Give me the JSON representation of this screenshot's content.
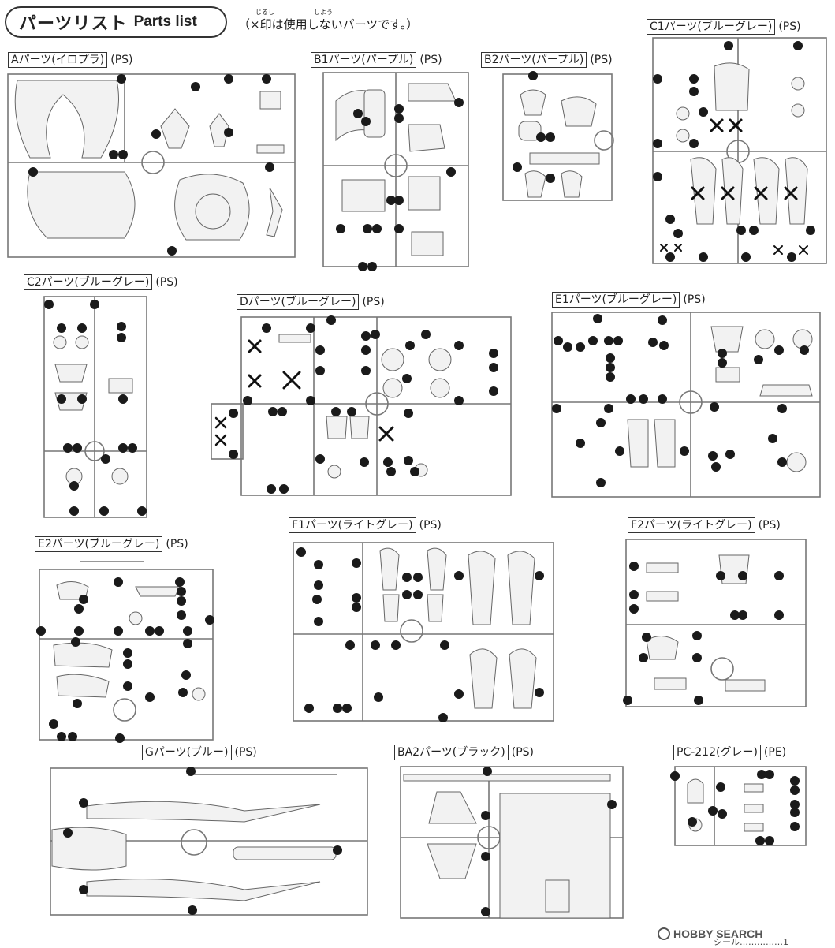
{
  "header": {
    "title_jp": "パーツリスト",
    "title_en": "Parts list",
    "note": "（×印は使用しないパーツです。）",
    "note_ruby_1": "じるし",
    "note_ruby_2": "しよう"
  },
  "sprues": [
    {
      "id": "A",
      "label": "Aパーツ(イロプラ)",
      "material": "(PS)"
    },
    {
      "id": "B1",
      "label": "B1パーツ(パープル)",
      "material": "(PS)"
    },
    {
      "id": "B2",
      "label": "B2パーツ(パープル)",
      "material": "(PS)"
    },
    {
      "id": "C1",
      "label": "C1パーツ(ブルーグレー)",
      "material": "(PS)"
    },
    {
      "id": "C2",
      "label": "C2パーツ(ブルーグレー)",
      "material": "(PS)"
    },
    {
      "id": "D",
      "label": "Dパーツ(ブルーグレー)",
      "material": "(PS)"
    },
    {
      "id": "E1",
      "label": "E1パーツ(ブルーグレー)",
      "material": "(PS)"
    },
    {
      "id": "E2",
      "label": "E2パーツ(ブルーグレー)",
      "material": "(PS)"
    },
    {
      "id": "F1",
      "label": "F1パーツ(ライトグレー)",
      "material": "(PS)"
    },
    {
      "id": "F2",
      "label": "F2パーツ(ライトグレー)",
      "material": "(PS)"
    },
    {
      "id": "G",
      "label": "Gパーツ(ブルー)",
      "material": "(PS)"
    },
    {
      "id": "BA2",
      "label": "BA2パーツ(ブラック)",
      "material": "(PS)"
    },
    {
      "id": "PC",
      "label": "PC-212(グレー)",
      "material": "(PE)"
    }
  ],
  "watermark": "HOBBY SEARCH",
  "footer_text": "シール……………1"
}
